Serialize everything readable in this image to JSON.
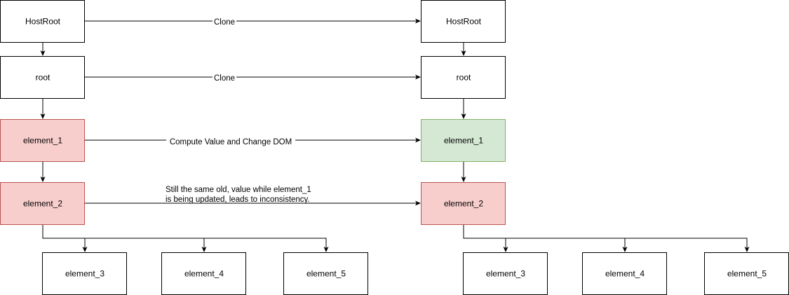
{
  "colors": {
    "default_fill": "#ffffff",
    "default_stroke": "#000000",
    "red_fill": "#f8cecc",
    "red_stroke": "#b85450",
    "green_fill": "#d5e8d4",
    "green_stroke": "#82b366"
  },
  "nodes": {
    "left_hostroot": "HostRoot",
    "left_root": "root",
    "left_element_1": "element_1",
    "left_element_2": "element_2",
    "left_element_3": "element_3",
    "left_element_4": "element_4",
    "left_element_5": "element_5",
    "right_hostroot": "HostRoot",
    "right_root": "root",
    "right_element_1": "element_1",
    "right_element_2": "element_2",
    "right_element_3": "element_3",
    "right_element_4": "element_4",
    "right_element_5": "element_5"
  },
  "edge_labels": {
    "clone_hostroot": "Clone",
    "clone_root": "Clone",
    "compute": "Compute Value and Change DOM",
    "stale_line1": "Still the same old, value while element_1",
    "stale_line2": "is being updated, leads to inconsistency."
  }
}
